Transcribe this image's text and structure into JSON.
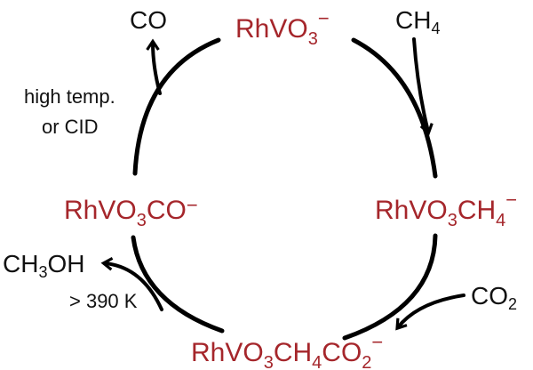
{
  "species": {
    "rhvo3": {
      "base": "RhVO",
      "sub1": "3",
      "charge": "−"
    },
    "rhvo3ch4": {
      "base": "RhVO",
      "sub1": "3",
      "mid": "CH",
      "sub2": "4",
      "charge": "−"
    },
    "rhvo3ch4co2": {
      "base": "RhVO",
      "sub1": "3",
      "mid": "CH",
      "sub2": "4",
      "mid2": "CO",
      "sub3": "2",
      "charge": "−"
    },
    "rhvo3co": {
      "base": "RhVO",
      "sub1": "3",
      "mid": "CO",
      "charge": "−"
    }
  },
  "reagents": {
    "ch4": {
      "base": "CH",
      "sub": "4"
    },
    "co2": {
      "base": "CO",
      "sub": "2"
    },
    "co": {
      "base": "CO"
    },
    "ch3oh": {
      "base": "CH",
      "sub": "3",
      "rest": "OH"
    }
  },
  "conditions": {
    "co_release_line1": "high temp.",
    "co_release_line2": "or CID",
    "methanol_release": "> 390 K"
  },
  "colors": {
    "species": "#a5262b",
    "arrows": "#000000"
  }
}
